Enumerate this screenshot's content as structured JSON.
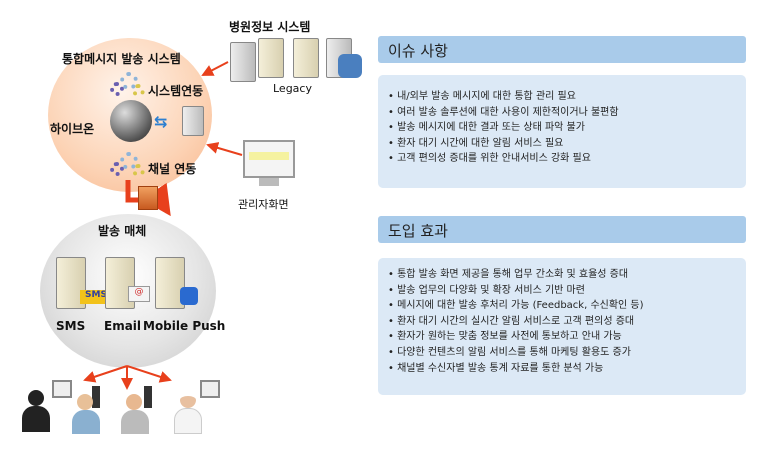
{
  "diagram": {
    "hospital_system": "병원정보 시스템",
    "legacy": "Legacy",
    "integrated_system": "통합메시지 발송 시스템",
    "system_link": "시스템연동",
    "hiveon": "하이브온",
    "channel_link": "채널 연동",
    "admin_screen": "관리자화면",
    "media_title": "발송 매체",
    "media": [
      "SMS",
      "Email",
      "Mobile Push"
    ],
    "sms_badge": "SMS"
  },
  "issues": {
    "title": "이슈 사항",
    "items": [
      "내/외부 발송 메시지에 대한 통합 관리 필요",
      "여러 발송 솔루션에 대한 사용이 제한적이거나 불편함",
      "발송 메시지에 대한 결과 또는 상태 파악 불가",
      "환자 대기 시간에 대한 알림 서비스 필요",
      "고객 편의성 증대를 위한 안내서비스 강화 필요"
    ]
  },
  "effects": {
    "title": "도입 효과",
    "items": [
      "통합 발송 화면 제공을 통해 업무 간소화 및 효율성 증대",
      "발송 업무의 다양화 및 확장 서비스 기반 마련",
      "메시지에 대한 발송 후처리 가능 (Feedback, 수신확인 등)",
      "환자 대기 시간의 실시간 알림 서비스로 고객 편의성 증대",
      "환자가 원하는 맞춤 정보를 사전에 통보하고 안내 가능",
      "다양한 컨텐츠의 알림 서비스를 통해 마케팅 활용도 증가",
      "채널별 수신자별 발송 통계 자료를 통한 분석 가능"
    ]
  },
  "colors": {
    "arrow": "#e8401c",
    "header": "#a9cbea",
    "panel": "#dce9f6"
  }
}
